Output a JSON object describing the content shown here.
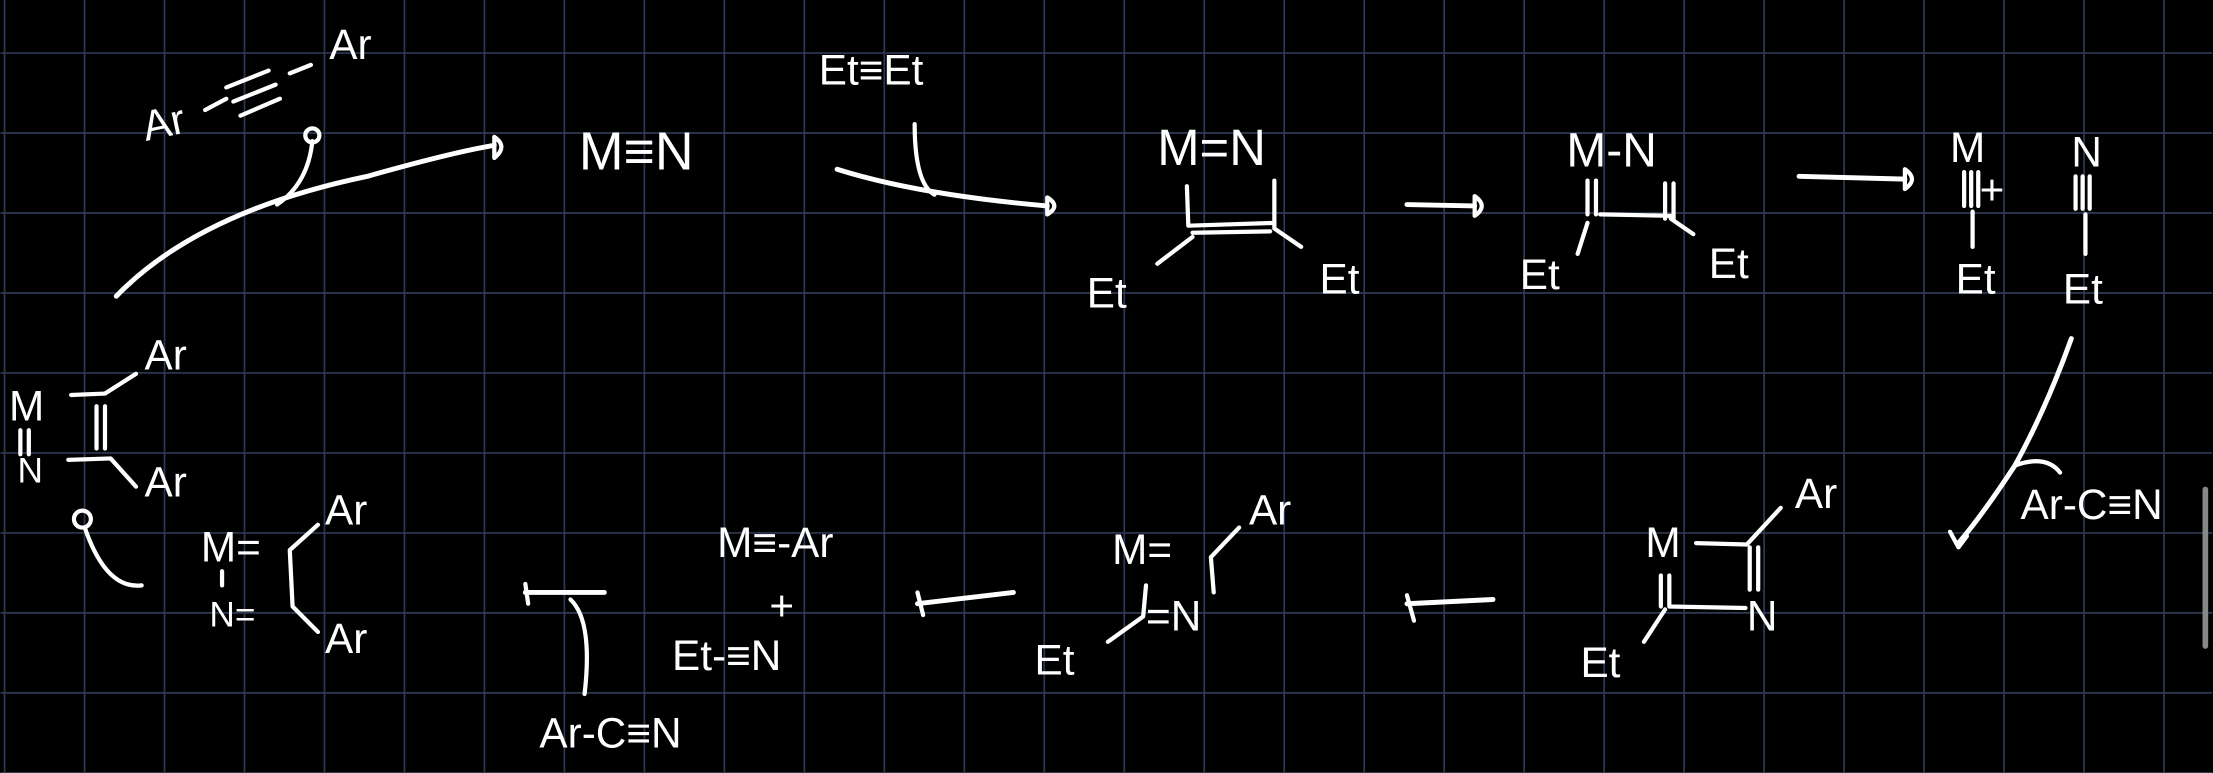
{
  "canvas": {
    "background": "#000000",
    "grid_color": "#2e3a52",
    "ink_color": "#ffffff"
  },
  "top_row": {
    "alkyne_ar_left": "Ar",
    "alkyne_ar_right": "Ar",
    "nitride": "M≡N",
    "alkyne_et": "Et≡Et",
    "ring1_top": "M=N",
    "ring1_et_left": "Et",
    "ring1_et_right": "Et",
    "ring2_top": "M-N",
    "ring2_et_left": "Et",
    "ring2_et_right": "Et",
    "prod_m": "M",
    "prod_plus": "+",
    "prod_n": "N",
    "prod_et_left": "Et",
    "prod_et_right": "Et"
  },
  "right_side": {
    "reagent": "Ar-C≡N"
  },
  "bottom_row": {
    "ring3_m": "M",
    "ring3_ar": "Ar",
    "ring3_n": "N",
    "ring3_et": "Et",
    "ring4_m": "M=",
    "ring4_ar": "Ar",
    "ring4_n": "=N",
    "ring4_et": "Et",
    "alkylidyne": "M≡-Ar",
    "plus": "+",
    "nitrile": "Et-≡N",
    "reagent": "Ar-C≡N",
    "ring5_m": "M=",
    "ring5_ar_top": "Ar",
    "ring5_n": "N=",
    "ring5_ar_bottom": "Ar"
  },
  "left_side": {
    "ring6_m": "M",
    "ring6_n": "N",
    "ring6_ar_top": "Ar",
    "ring6_ar_bottom": "Ar"
  }
}
